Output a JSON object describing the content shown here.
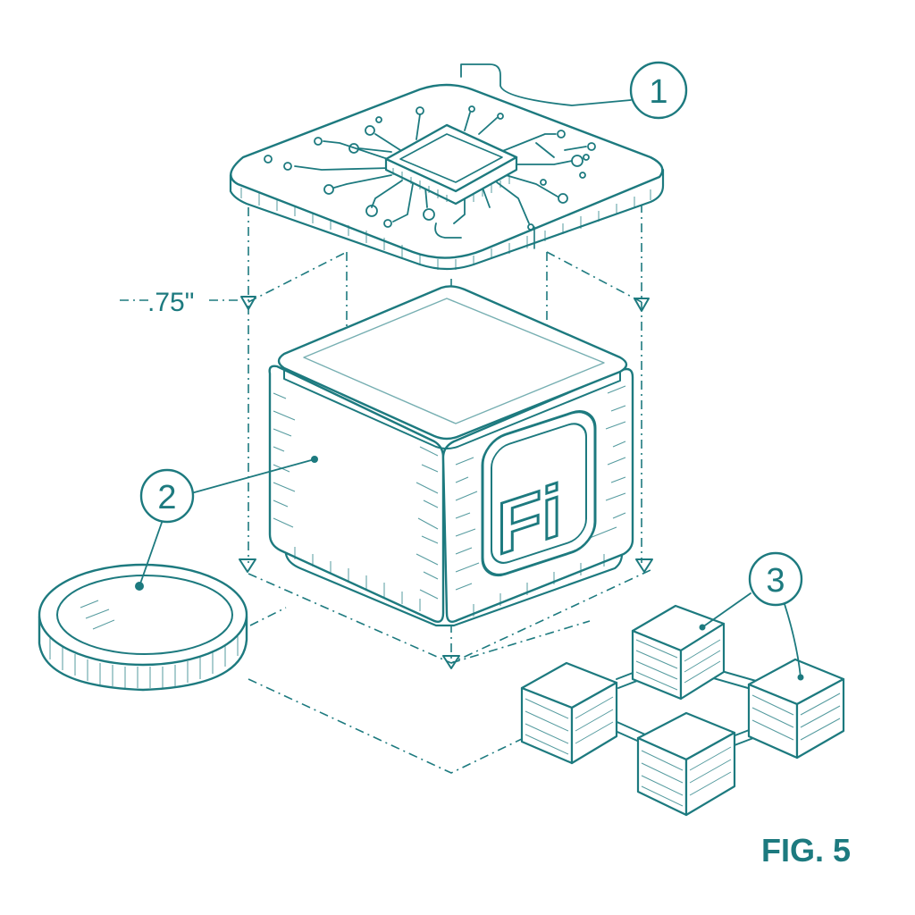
{
  "figure": {
    "label": "FIG. 5",
    "dimension": ".75\"",
    "callouts": [
      "1",
      "2",
      "3"
    ],
    "logo_text": "Fi",
    "ink_color": "#1d7a7f",
    "background": "#ffffff"
  }
}
